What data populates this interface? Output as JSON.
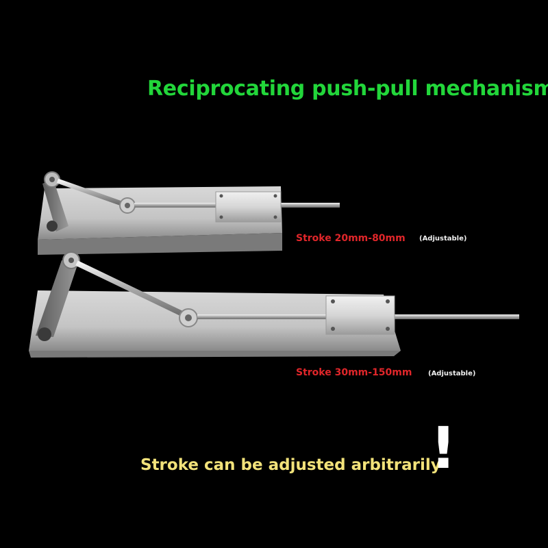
{
  "title": "Reciprocating push-pull mechanism",
  "mechanisms": [
    {
      "stroke": "Stroke 20mm-80mm",
      "note": "(Adjustable)"
    },
    {
      "stroke": "Stroke 30mm-150mm",
      "note": "(Adjustable)"
    }
  ],
  "caption": "Stroke can be adjusted arbitrarily",
  "exclamation": "!"
}
